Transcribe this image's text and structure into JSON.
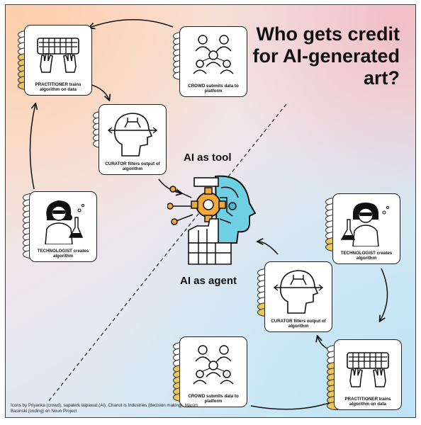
{
  "title": "Who gets credit for AI-generated art?",
  "labels": {
    "tool": "AI as tool",
    "agent": "AI as agent"
  },
  "cards": {
    "practitioner_top": "PRACTITIONER trains algorithm on data",
    "crowd_top": "CROWD submits data to platform",
    "curator_top": "CURATOR filters output of algorithm",
    "technologist_left": "TECHNOLOGIST creates algorithm",
    "technologist_right": "TECHNOLOGIST creates algorithm",
    "curator_right": "CURATOR filters output of algorithm",
    "crowd_bottom": "CROWD submits data to platform",
    "practitioner_bottom": "PRACTITIONER trains algorithm on data"
  },
  "credits": "Icons by Priyanka (crowd), supalerk laipawat (AI), Chanut is Industries (decision making), Maxim Basinski (coding) on Noun Project",
  "icons": {
    "practitioner": "keyboard-hands-icon",
    "crowd": "crowd-network-icon",
    "curator": "head-decision-icon",
    "technologist": "scientist-icon",
    "center": "ai-robot-head-icon",
    "coin": "coin-stack-icon"
  },
  "colors": {
    "coin_gold": "#ecc55a",
    "gear_orange": "#f2a93b",
    "ai_blue": "#6fd0e3",
    "ai_blue_dark": "#4bb8d0"
  }
}
